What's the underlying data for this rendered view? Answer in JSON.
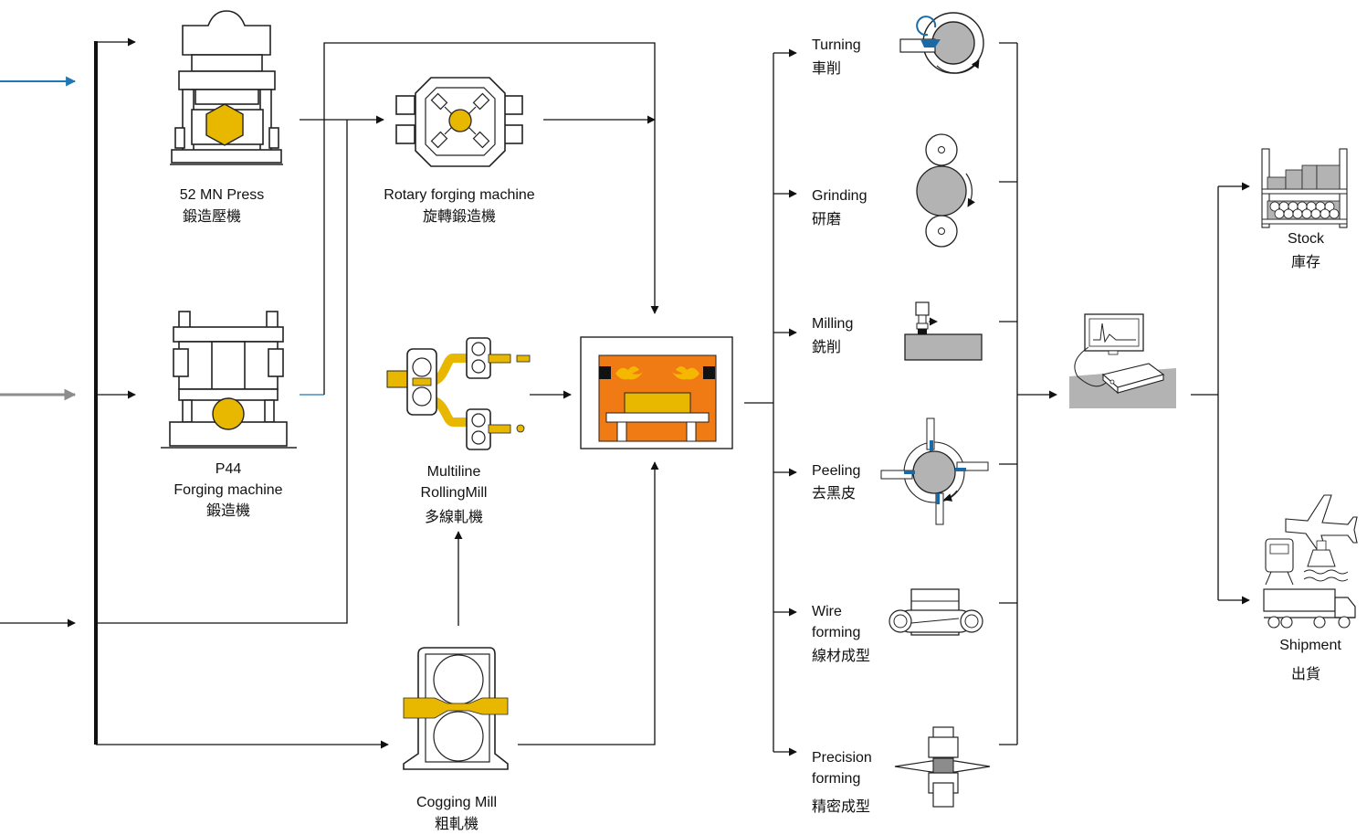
{
  "diagram": {
    "colors": {
      "line": "#111111",
      "blue_input": "#1f77b4",
      "gray_input": "#8c8c8c",
      "gold": "#e8b800",
      "furnace_orange": "#f07a14",
      "furnace_flame": "#f5b800",
      "tool_blue": "#1a6aa8",
      "work_gray": "#b3b3b3"
    },
    "forming": {
      "press": {
        "en": "52 MN Press",
        "zh": "鍛造壓機"
      },
      "p44": {
        "line1": "P44",
        "en": "Forging machine",
        "zh": "鍛造機"
      },
      "rotary": {
        "en": "Rotary forging machine",
        "zh": "旋轉鍛造機"
      },
      "multiline": {
        "line1": "Multiline",
        "line2": "RollingMill",
        "zh": "多線軋機"
      },
      "cogging": {
        "en": "Cogging Mill",
        "zh": "粗軋機"
      }
    },
    "processes": [
      {
        "lines": [
          "Turning",
          "車削"
        ],
        "icon": "turning-icon"
      },
      {
        "lines": [
          "Grinding",
          "研磨"
        ],
        "icon": "grinding-icon"
      },
      {
        "lines": [
          "Milling",
          "銑削"
        ],
        "icon": "milling-icon"
      },
      {
        "lines": [
          "Peeling",
          "去黑皮"
        ],
        "icon": "peeling-icon"
      },
      {
        "lines": [
          "Wire",
          "forming",
          "線材成型"
        ],
        "icon": "wire-forming-icon"
      },
      {
        "lines": [
          "Precision",
          "forming",
          "精密成型"
        ],
        "icon": "precision-forming-icon"
      }
    ],
    "outputs": {
      "stock": {
        "en": "Stock",
        "zh": "庫存"
      },
      "shipment": {
        "en": "Shipment",
        "zh": "出貨"
      }
    }
  }
}
